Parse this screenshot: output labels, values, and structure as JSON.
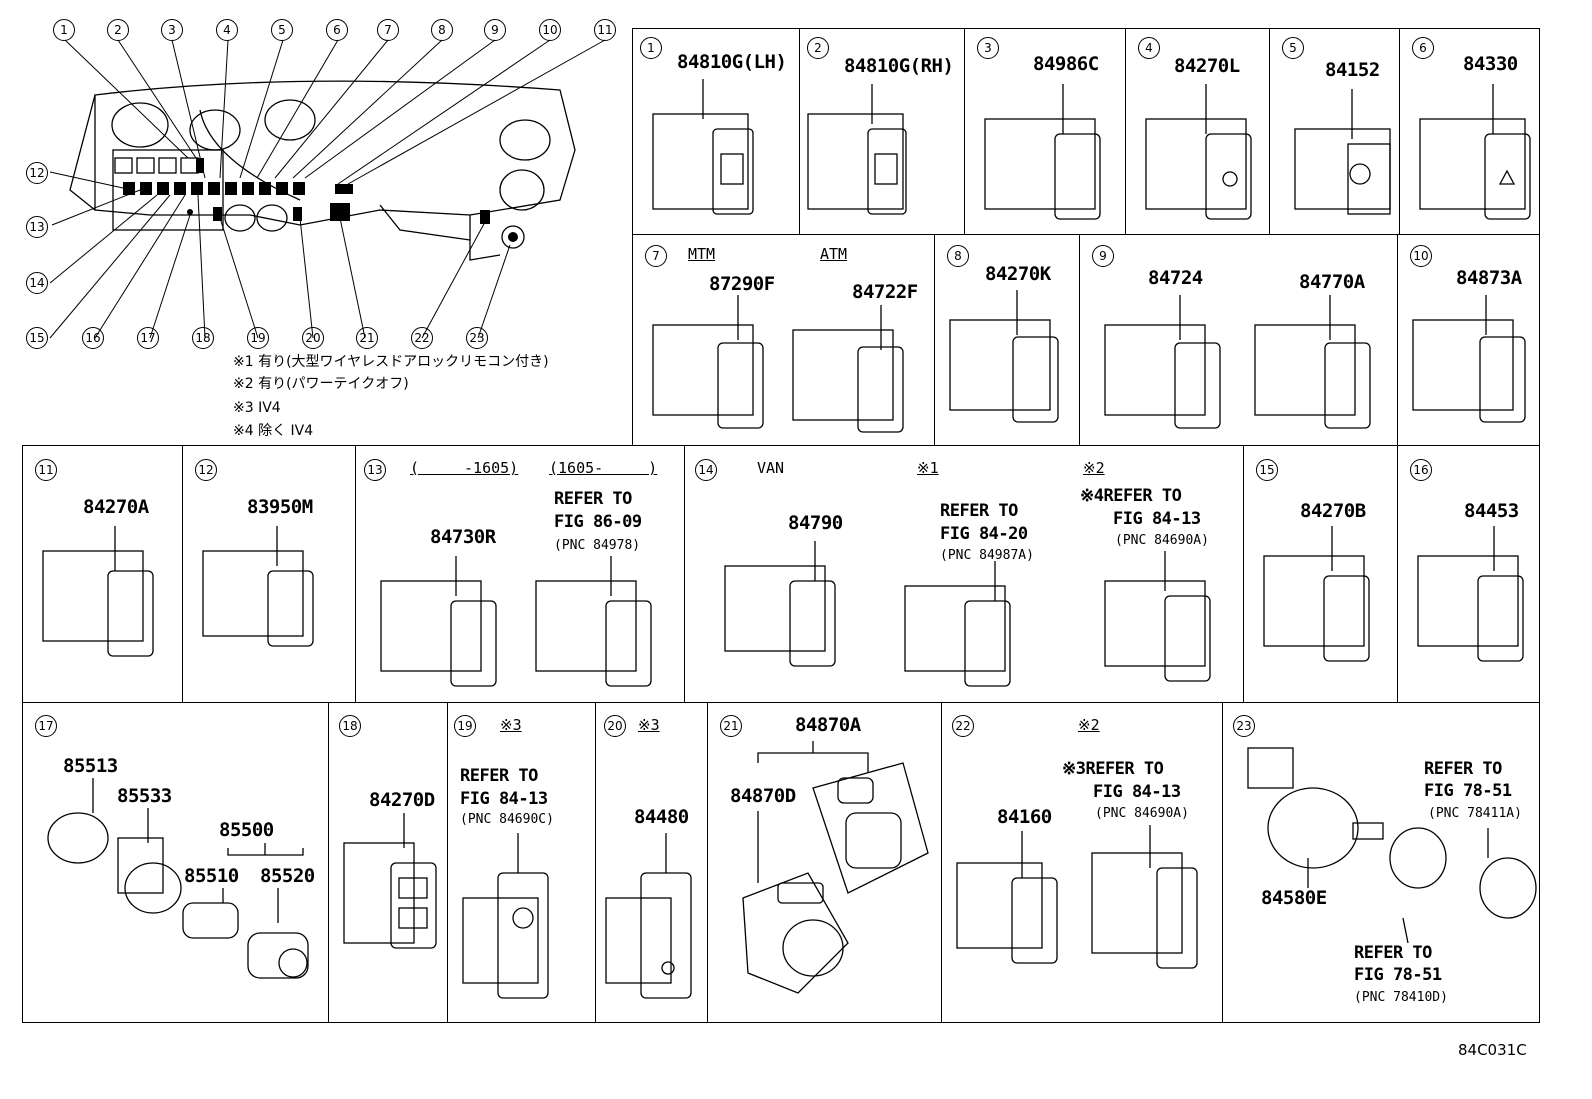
{
  "overview": {
    "callouts": [
      "1",
      "2",
      "3",
      "4",
      "5",
      "6",
      "7",
      "8",
      "9",
      "10",
      "11",
      "12",
      "13",
      "14",
      "15",
      "16",
      "17",
      "18",
      "19",
      "20",
      "21",
      "22",
      "23"
    ],
    "notes": [
      "※1 有り(大型ワイヤレスドアロックリモコン付き)",
      "※2 有り(パワーテイクオフ)",
      "※3 IV4",
      "※4 除く IV4"
    ]
  },
  "cells": [
    {
      "n": "1",
      "labels": [
        "84810G(LH)"
      ]
    },
    {
      "n": "2",
      "labels": [
        "84810G(RH)"
      ]
    },
    {
      "n": "3",
      "labels": [
        "84986C"
      ]
    },
    {
      "n": "4",
      "labels": [
        "84270L"
      ]
    },
    {
      "n": "5",
      "labels": [
        "84152"
      ]
    },
    {
      "n": "6",
      "labels": [
        "84330"
      ]
    },
    {
      "n": "7",
      "labels": [
        "MTM",
        "ATM",
        "87290F",
        "84722F"
      ]
    },
    {
      "n": "8",
      "labels": [
        "84270K"
      ]
    },
    {
      "n": "9",
      "labels": [
        "84724",
        "84770A"
      ]
    },
    {
      "n": "10",
      "labels": [
        "84873A"
      ]
    },
    {
      "n": "11",
      "labels": [
        "84270A"
      ]
    },
    {
      "n": "12",
      "labels": [
        "83950M"
      ]
    },
    {
      "n": "13",
      "labels": [
        "(　　　-1605)",
        "(1605-　　　)",
        "84730R",
        "REFER TO",
        "FIG 86-09",
        "(PNC 84978)"
      ]
    },
    {
      "n": "14",
      "labels": [
        "VAN",
        "※1",
        "※2",
        "84790",
        "REFER TO",
        "FIG 84-20",
        "(PNC 84987A)",
        "※4REFER TO",
        "FIG 84-13",
        "(PNC 84690A)"
      ]
    },
    {
      "n": "15",
      "labels": [
        "84270B"
      ]
    },
    {
      "n": "16",
      "labels": [
        "84453"
      ]
    },
    {
      "n": "17",
      "labels": [
        "85513",
        "85533",
        "85500",
        "85510",
        "85520"
      ]
    },
    {
      "n": "18",
      "labels": [
        "84270D"
      ]
    },
    {
      "n": "19",
      "labels": [
        "※3",
        "REFER TO",
        "FIG 84-13",
        "(PNC 84690C)"
      ]
    },
    {
      "n": "20",
      "labels": [
        "※3",
        "84480"
      ]
    },
    {
      "n": "21",
      "labels": [
        "84870A",
        "84870D"
      ]
    },
    {
      "n": "22",
      "labels": [
        "※2",
        "※3REFER TO",
        "FIG 84-13",
        "(PNC 84690A)",
        "84160"
      ]
    },
    {
      "n": "23",
      "labels": [
        "REFER TO",
        "FIG 78-51",
        "(PNC 78411A)",
        "84580E",
        "REFER TO",
        "FIG 78-51",
        "(PNC 78410D)"
      ]
    }
  ],
  "figure_code": "84C031C"
}
